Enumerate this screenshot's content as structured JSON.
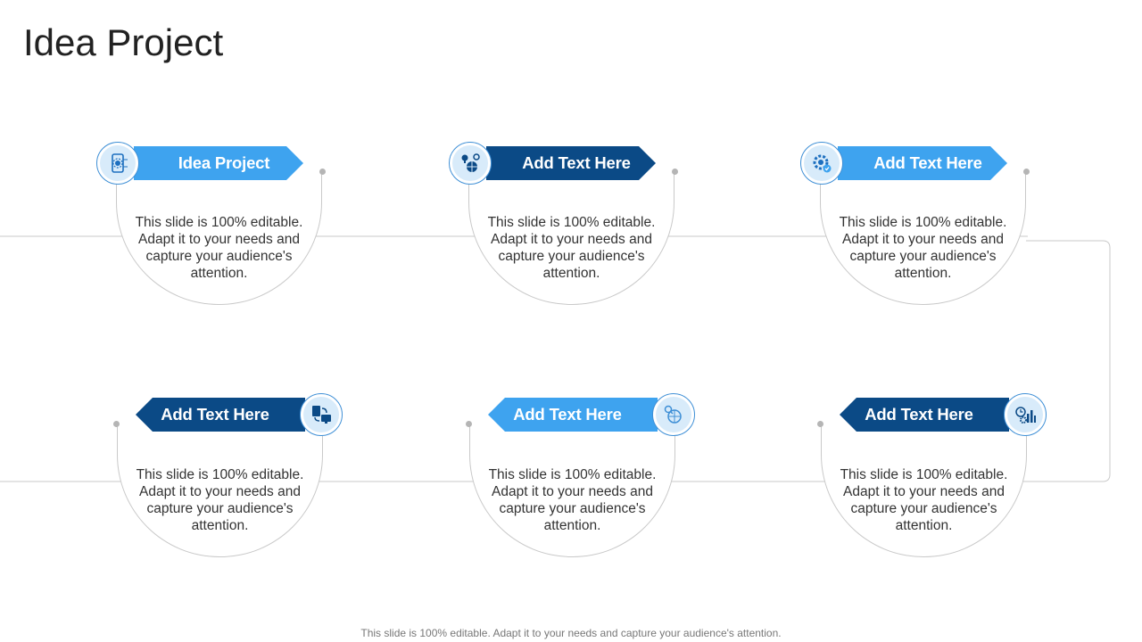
{
  "title": "Idea Project",
  "footer": "This slide is 100% editable. Adapt it to your needs and capture your audience's attention.",
  "colors": {
    "light_blue": "#3ea3ef",
    "dark_blue": "#0b4a86",
    "connector": "#c9c9c9"
  },
  "steps": [
    {
      "label": "Idea Project",
      "text": "This slide is 100% editable. Adapt it to your needs and capture your audience's attention.",
      "icon": "mobile-gear-icon"
    },
    {
      "label": "Add Text Here",
      "text": "This slide is 100% editable. Adapt it to your needs and capture your audience's attention.",
      "icon": "idea-globe-icon"
    },
    {
      "label": "Add Text Here",
      "text": "This slide is 100% editable. Adapt it to your needs and capture your audience's attention.",
      "icon": "gear-check-icon"
    },
    {
      "label": "Add Text Here",
      "text": "This slide is 100% editable. Adapt it to your needs and capture your audience's attention.",
      "icon": "devices-sync-icon"
    },
    {
      "label": "Add Text Here",
      "text": "This slide is 100% editable. Adapt it to your needs and capture your audience's attention.",
      "icon": "search-globe-icon"
    },
    {
      "label": "Add Text Here",
      "text": "This slide is 100% editable. Adapt it to your needs and capture your audience's attention.",
      "icon": "chart-gear-icon"
    }
  ]
}
